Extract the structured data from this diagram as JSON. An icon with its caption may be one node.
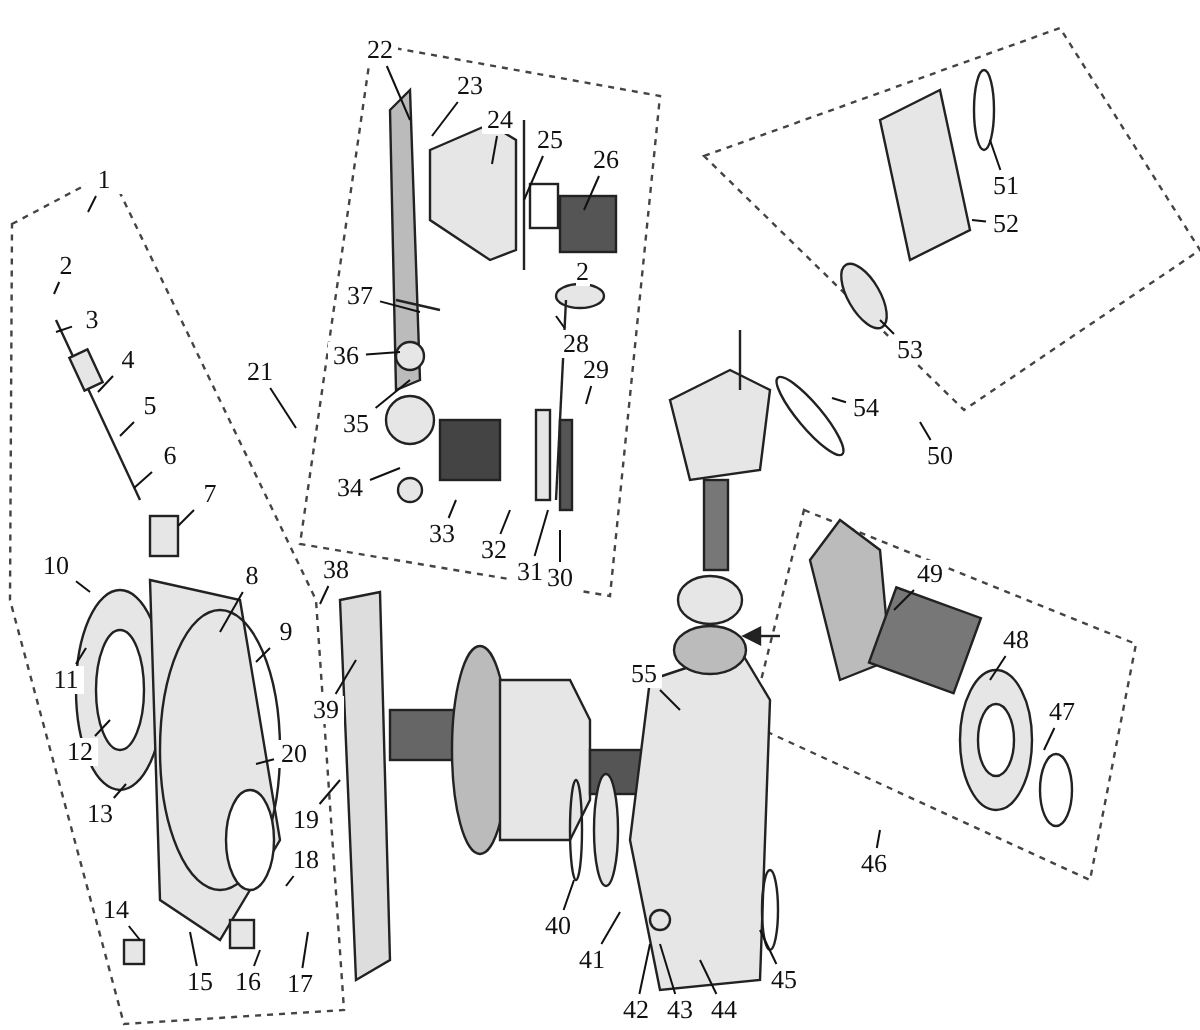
{
  "diagram": {
    "nodes": [
      {
        "text": [
          "1"
        ]
      },
      {
        "text": [
          "2"
        ]
      },
      {
        "text": [
          "3"
        ]
      },
      {
        "text": [
          "4"
        ]
      },
      {
        "text": [
          "5"
        ]
      },
      {
        "text": [
          "6"
        ]
      },
      {
        "text": [
          "7"
        ]
      },
      {
        "text": [
          "8"
        ]
      },
      {
        "text": [
          "9"
        ]
      },
      {
        "text": [
          "10"
        ]
      },
      {
        "text": [
          "11"
        ]
      },
      {
        "text": [
          "12"
        ]
      },
      {
        "text": [
          "13"
        ]
      },
      {
        "text": [
          "14"
        ]
      },
      {
        "text": [
          "15"
        ]
      },
      {
        "text": [
          "16"
        ]
      },
      {
        "text": [
          "17"
        ]
      },
      {
        "text": [
          "18"
        ]
      },
      {
        "text": [
          "19"
        ]
      },
      {
        "text": [
          "20"
        ]
      },
      {
        "text": [
          "21"
        ]
      },
      {
        "text": [
          "22"
        ]
      },
      {
        "text": [
          "23"
        ]
      },
      {
        "text": [
          "24"
        ]
      },
      {
        "text": [
          "25"
        ]
      },
      {
        "text": [
          "26"
        ]
      },
      {
        "text": [
          "28"
        ]
      },
      {
        "text": [
          "29"
        ]
      },
      {
        "text": [
          "30"
        ]
      },
      {
        "text": [
          "31"
        ]
      },
      {
        "text": [
          "32"
        ]
      },
      {
        "text": [
          "33"
        ]
      },
      {
        "text": [
          "34"
        ]
      },
      {
        "text": [
          "35"
        ]
      },
      {
        "text": [
          "36"
        ]
      },
      {
        "text": [
          "37"
        ]
      },
      {
        "text": [
          "38"
        ]
      },
      {
        "text": [
          "39"
        ]
      },
      {
        "text": [
          "40"
        ]
      },
      {
        "text": [
          "41"
        ]
      },
      {
        "text": [
          "42"
        ]
      },
      {
        "text": [
          "43"
        ]
      },
      {
        "text": [
          "44"
        ]
      },
      {
        "text": [
          "45"
        ]
      },
      {
        "text": [
          "46"
        ]
      },
      {
        "text": [
          "47"
        ]
      },
      {
        "text": [
          "48"
        ]
      },
      {
        "text": [
          "49"
        ]
      },
      {
        "text": [
          "50"
        ]
      },
      {
        "text": [
          "51"
        ]
      },
      {
        "text": [
          "52"
        ]
      },
      {
        "text": [
          "53"
        ]
      },
      {
        "text": [
          "54"
        ]
      },
      {
        "text": [
          "55"
        ]
      }
    ],
    "edges": [
      {
        "from": 0,
        "to": null,
        "arrow": "none"
      },
      {
        "from": 1,
        "to": null,
        "arrow": "none"
      },
      {
        "from": 2,
        "to": null,
        "arrow": "none"
      },
      {
        "from": 3,
        "to": null,
        "arrow": "none"
      },
      {
        "from": 4,
        "to": null,
        "arrow": "none"
      },
      {
        "from": 5,
        "to": null,
        "arrow": "none"
      },
      {
        "from": 6,
        "to": null,
        "arrow": "none"
      },
      {
        "from": 7,
        "to": null,
        "arrow": "none"
      },
      {
        "from": 8,
        "to": null,
        "arrow": "none"
      },
      {
        "from": 9,
        "to": null,
        "arrow": "none"
      },
      {
        "from": 10,
        "to": null,
        "arrow": "none"
      },
      {
        "from": 11,
        "to": null,
        "arrow": "none"
      },
      {
        "from": 12,
        "to": null,
        "arrow": "none"
      },
      {
        "from": 13,
        "to": null,
        "arrow": "none"
      },
      {
        "from": 14,
        "to": null,
        "arrow": "none"
      },
      {
        "from": 15,
        "to": null,
        "arrow": "none"
      },
      {
        "from": 16,
        "to": null,
        "arrow": "none"
      },
      {
        "from": 17,
        "to": null,
        "arrow": "none"
      },
      {
        "from": 18,
        "to": null,
        "arrow": "none"
      },
      {
        "from": 19,
        "to": null,
        "arrow": "none"
      },
      {
        "from": 20,
        "to": null,
        "arrow": "none"
      },
      {
        "from": 21,
        "to": null,
        "arrow": "none"
      },
      {
        "from": 22,
        "to": null,
        "arrow": "none"
      },
      {
        "from": 23,
        "to": null,
        "arrow": "none"
      },
      {
        "from": 24,
        "to": null,
        "arrow": "none"
      },
      {
        "from": 25,
        "to": null,
        "arrow": "none"
      },
      {
        "from": 26,
        "to": null,
        "arrow": "none"
      },
      {
        "from": 27,
        "to": null,
        "arrow": "none"
      },
      {
        "from": 28,
        "to": null,
        "arrow": "none"
      },
      {
        "from": 29,
        "to": null,
        "arrow": "none"
      },
      {
        "from": 30,
        "to": null,
        "arrow": "none"
      },
      {
        "from": 31,
        "to": null,
        "arrow": "none"
      },
      {
        "from": 32,
        "to": null,
        "arrow": "none"
      },
      {
        "from": 33,
        "to": null,
        "arrow": "none"
      },
      {
        "from": 34,
        "to": null,
        "arrow": "none"
      },
      {
        "from": 35,
        "to": null,
        "arrow": "none"
      },
      {
        "from": 36,
        "to": null,
        "arrow": "none"
      },
      {
        "from": 37,
        "to": null,
        "arrow": "none"
      },
      {
        "from": 38,
        "to": null,
        "arrow": "none"
      },
      {
        "from": 39,
        "to": null,
        "arrow": "none"
      },
      {
        "from": 40,
        "to": null,
        "arrow": "none"
      },
      {
        "from": 41,
        "to": null,
        "arrow": "none"
      },
      {
        "from": 42,
        "to": null,
        "arrow": "none"
      },
      {
        "from": 43,
        "to": null,
        "arrow": "none"
      },
      {
        "from": 44,
        "to": null,
        "arrow": "none"
      },
      {
        "from": 45,
        "to": null,
        "arrow": "none"
      },
      {
        "from": 46,
        "to": null,
        "arrow": "none"
      },
      {
        "from": 47,
        "to": null,
        "arrow": "none"
      },
      {
        "from": 48,
        "to": null,
        "arrow": "none"
      },
      {
        "from": 49,
        "to": null,
        "arrow": "none"
      },
      {
        "from": 50,
        "to": null,
        "arrow": "none"
      },
      {
        "from": 51,
        "to": null,
        "arrow": "none"
      },
      {
        "from": 52,
        "to": null,
        "arrow": "none"
      },
      {
        "from": 53,
        "to": null,
        "arrow": "none"
      }
    ],
    "labels": [
      "2"
    ]
  }
}
